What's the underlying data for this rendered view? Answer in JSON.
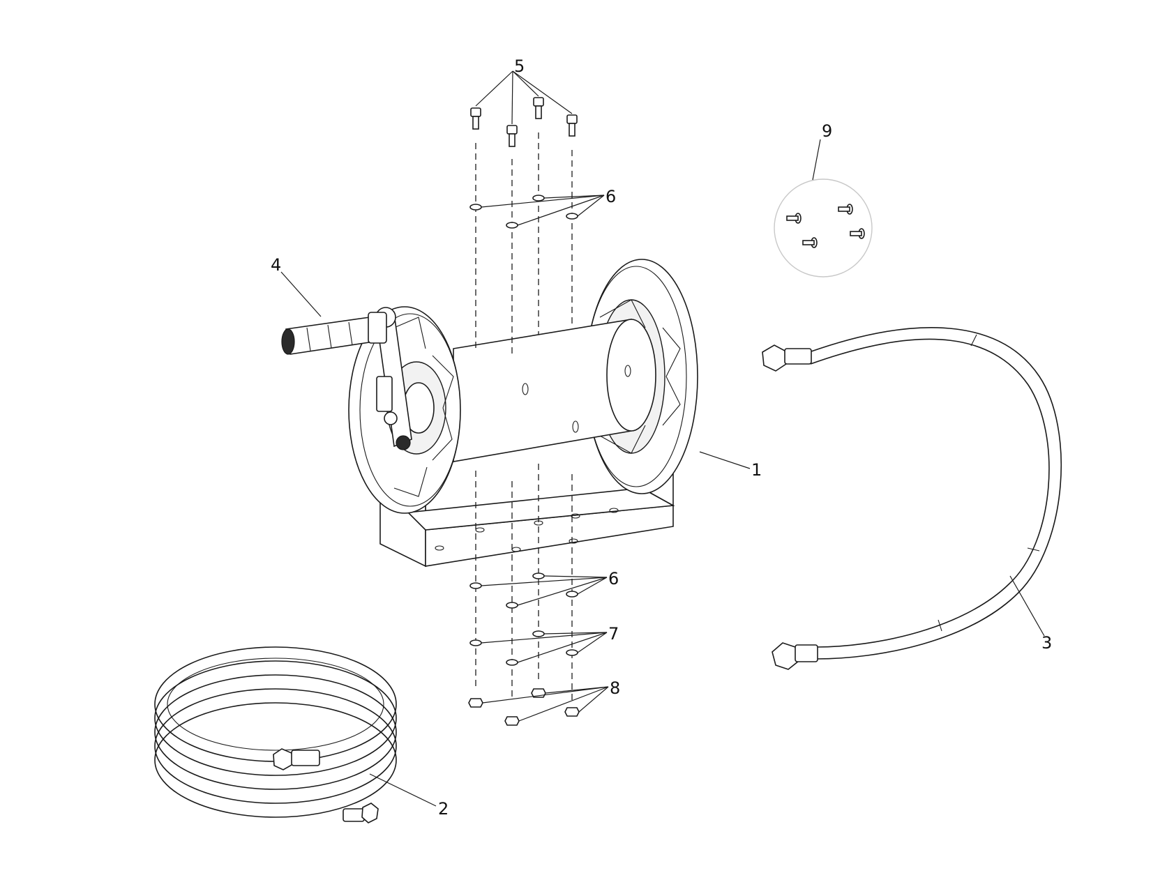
{
  "callouts": {
    "c1": "1",
    "c2": "2",
    "c3": "3",
    "c4": "4",
    "c5": "5",
    "c6a": "6",
    "c6b": "6",
    "c7": "7",
    "c8": "8",
    "c9": "9"
  },
  "colors": {
    "line": "#1a1a1a",
    "detail_circle": "#c8c8c8",
    "background": "#ffffff"
  }
}
